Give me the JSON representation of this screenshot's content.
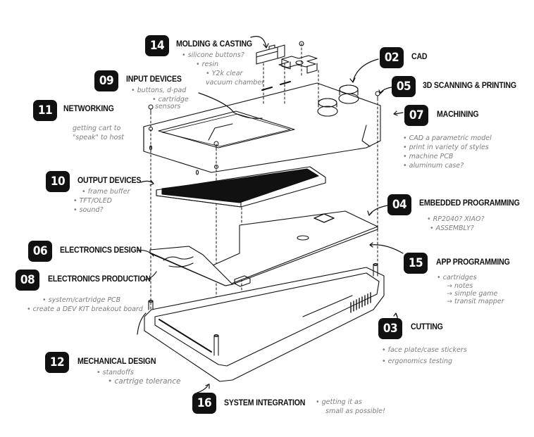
{
  "diagram": {
    "subject": "exploded handheld console",
    "colors": {
      "ink": "#111111",
      "badge_bg": "#111111",
      "badge_text": "#ffffff",
      "note": "#7d7d7d",
      "background": "#ffffff"
    },
    "components": [
      "top shell",
      "d-pad",
      "silicone buttons",
      "A/B buttons",
      "screws",
      "display panel",
      "main PCB",
      "cartridge PCB",
      "USB connector",
      "microcontroller chip",
      "bottom case",
      "standoffs",
      "vent grille"
    ]
  },
  "callouts": {
    "c14": {
      "number": "14",
      "title": "MOLDING & CASTING",
      "notes": [
        "• silicone buttons?",
        "• resin",
        "• Y2k clear",
        "vacuum chamber"
      ]
    },
    "c09": {
      "number": "09",
      "title": "INPUT DEVICES",
      "notes": [
        "• buttons, d-pad",
        "• cartridge",
        "sensors"
      ]
    },
    "c11": {
      "number": "11",
      "title": "NETWORKING",
      "notes": [
        "getting cart to",
        "\"speak\" to host"
      ]
    },
    "c02": {
      "number": "02",
      "title": "CAD",
      "notes": []
    },
    "c05": {
      "number": "05",
      "title": "3D SCANNING & PRINTING",
      "notes": []
    },
    "c07": {
      "number": "07",
      "title": "MACHINING",
      "notes": [
        "• CAD a parametric model",
        "• print in variety of styles",
        "• machine PCB",
        "• aluminum case?"
      ]
    },
    "c10": {
      "number": "10",
      "title": "OUTPUT DEVICES",
      "notes": [
        "• frame buffer",
        "• TFT/OLED",
        "• sound?"
      ]
    },
    "c04": {
      "number": "04",
      "title": "EMBEDDED PROGRAMMING",
      "notes": [
        "• RP2040? XIAO?",
        "• ASSEMBLY?"
      ]
    },
    "c06": {
      "number": "06",
      "title": "ELECTRONICS DESIGN",
      "notes": []
    },
    "c08": {
      "number": "08",
      "title": "ELECTRONICS PRODUCTION",
      "notes": [
        "• system/cartridge PCB",
        "• create a DEV KIT breakout board"
      ]
    },
    "c15": {
      "number": "15",
      "title": "APP PROGRAMMING",
      "notes": [
        "• cartridges",
        "→ notes",
        "→ simple game",
        "→ transit mapper"
      ]
    },
    "c03": {
      "number": "03",
      "title": "CUTTING",
      "notes": [
        "• face plate/case stickers",
        "• ergonomics testing"
      ]
    },
    "c12": {
      "number": "12",
      "title": "MECHANICAL DESIGN",
      "notes": [
        "• standoffs",
        "• cartrige tolerance"
      ]
    },
    "c16": {
      "number": "16",
      "title": "SYSTEM INTEGRATION",
      "notes": [
        "• getting it as",
        "small as possible!"
      ]
    }
  }
}
